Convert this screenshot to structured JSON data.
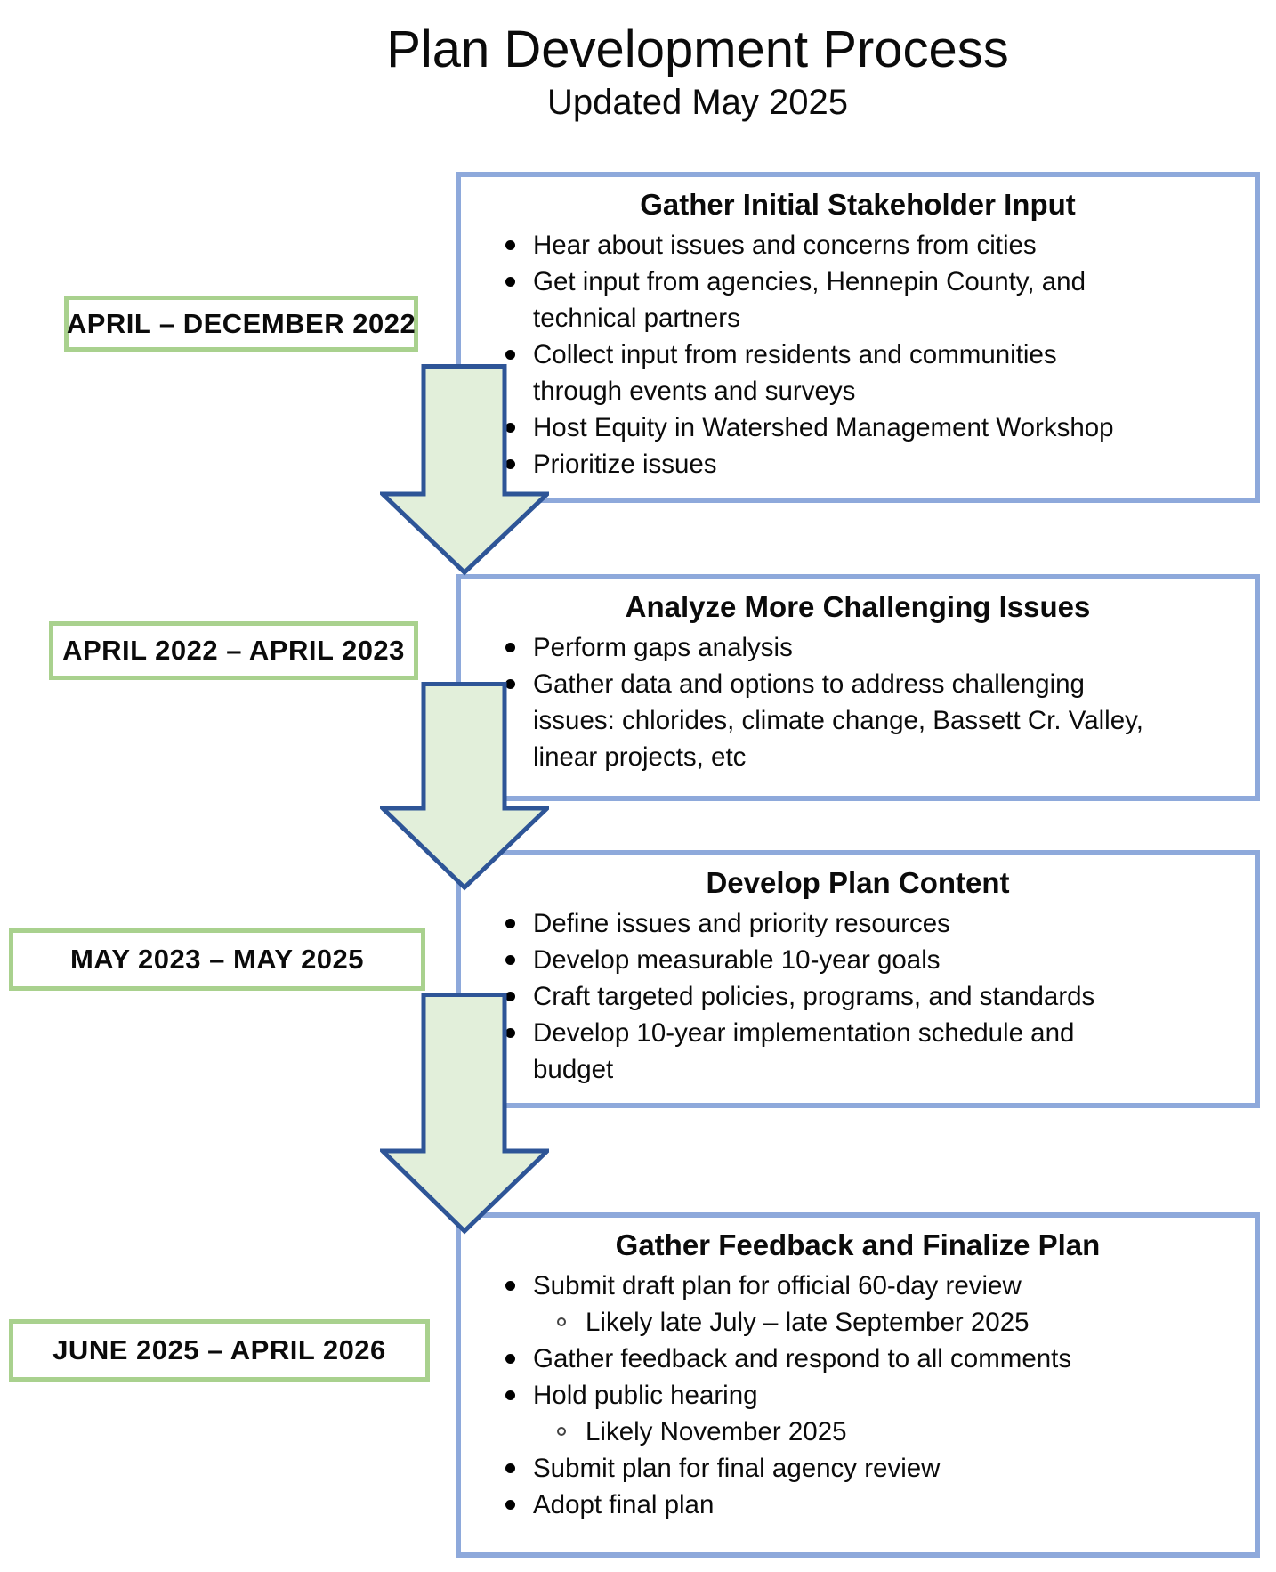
{
  "page": {
    "title": "Plan Development Process",
    "subtitle": "Updated May 2025"
  },
  "colors": {
    "box_border": "#8ea9db",
    "label_border": "#a9d18e",
    "arrow_fill": "#e2efda",
    "arrow_border": "#2e5597",
    "text": "#0b0b0b",
    "background": "#ffffff"
  },
  "stages": [
    {
      "label": "APRIL – DECEMBER 2022",
      "title": "Gather Initial Stakeholder Input",
      "bullets": [
        {
          "level": 1,
          "text": "Hear about issues and concerns from cities"
        },
        {
          "level": 1,
          "text": "Get input from agencies, Hennepin County, and\ntechnical partners"
        },
        {
          "level": 1,
          "text": "Collect input from residents and communities\nthrough events and surveys"
        },
        {
          "level": 1,
          "text": "Host Equity in Watershed Management Workshop"
        },
        {
          "level": 1,
          "text": "Prioritize issues"
        }
      ]
    },
    {
      "label": "APRIL 2022 – APRIL 2023",
      "title": "Analyze More Challenging Issues",
      "bullets": [
        {
          "level": 1,
          "text": "Perform gaps analysis"
        },
        {
          "level": 1,
          "text": "Gather data and options to address challenging\nissues: chlorides, climate change, Bassett Cr. Valley,\nlinear projects, etc"
        }
      ]
    },
    {
      "label": "MAY 2023 – MAY 2025",
      "title": "Develop Plan Content",
      "bullets": [
        {
          "level": 1,
          "text": "Define issues and priority resources"
        },
        {
          "level": 1,
          "text": "Develop measurable 10-year goals"
        },
        {
          "level": 1,
          "text": "Craft targeted policies, programs, and standards"
        },
        {
          "level": 1,
          "text": "Develop 10-year implementation schedule and\nbudget"
        }
      ]
    },
    {
      "label": "JUNE 2025 – APRIL 2026",
      "title": "Gather Feedback and Finalize Plan",
      "bullets": [
        {
          "level": 1,
          "text": "Submit draft plan for official 60-day review"
        },
        {
          "level": 2,
          "text": "Likely late July – late September 2025"
        },
        {
          "level": 1,
          "text": "Gather feedback and respond to all comments"
        },
        {
          "level": 1,
          "text": "Hold public hearing"
        },
        {
          "level": 2,
          "text": "Likely November 2025"
        },
        {
          "level": 1,
          "text": "Submit plan for final agency review"
        },
        {
          "level": 1,
          "text": "Adopt final plan"
        }
      ]
    }
  ]
}
